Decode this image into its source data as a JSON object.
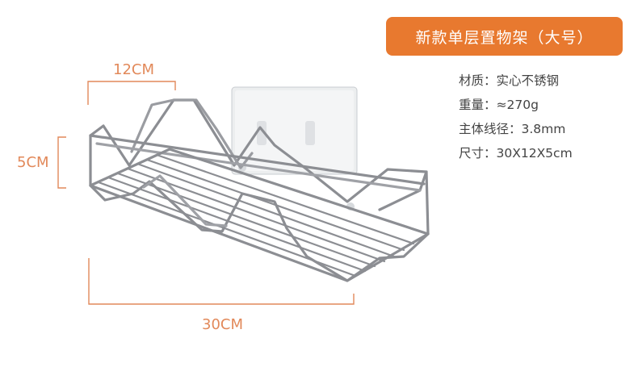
{
  "title": "新款单层置物架（大号）",
  "specs": [
    {
      "text": "材质：实心不锈钢"
    },
    {
      "text": "重量：≈270g"
    },
    {
      "text": "主体线径：3.8mm"
    },
    {
      "text": "尺寸：30X12X5cm"
    }
  ],
  "dimensions": {
    "width": "12CM",
    "height": "5CM",
    "length": "30CM"
  },
  "colors": {
    "accent": "#e8792f",
    "dimension_lines": "#e2895a",
    "wire": "#8c8e93"
  }
}
